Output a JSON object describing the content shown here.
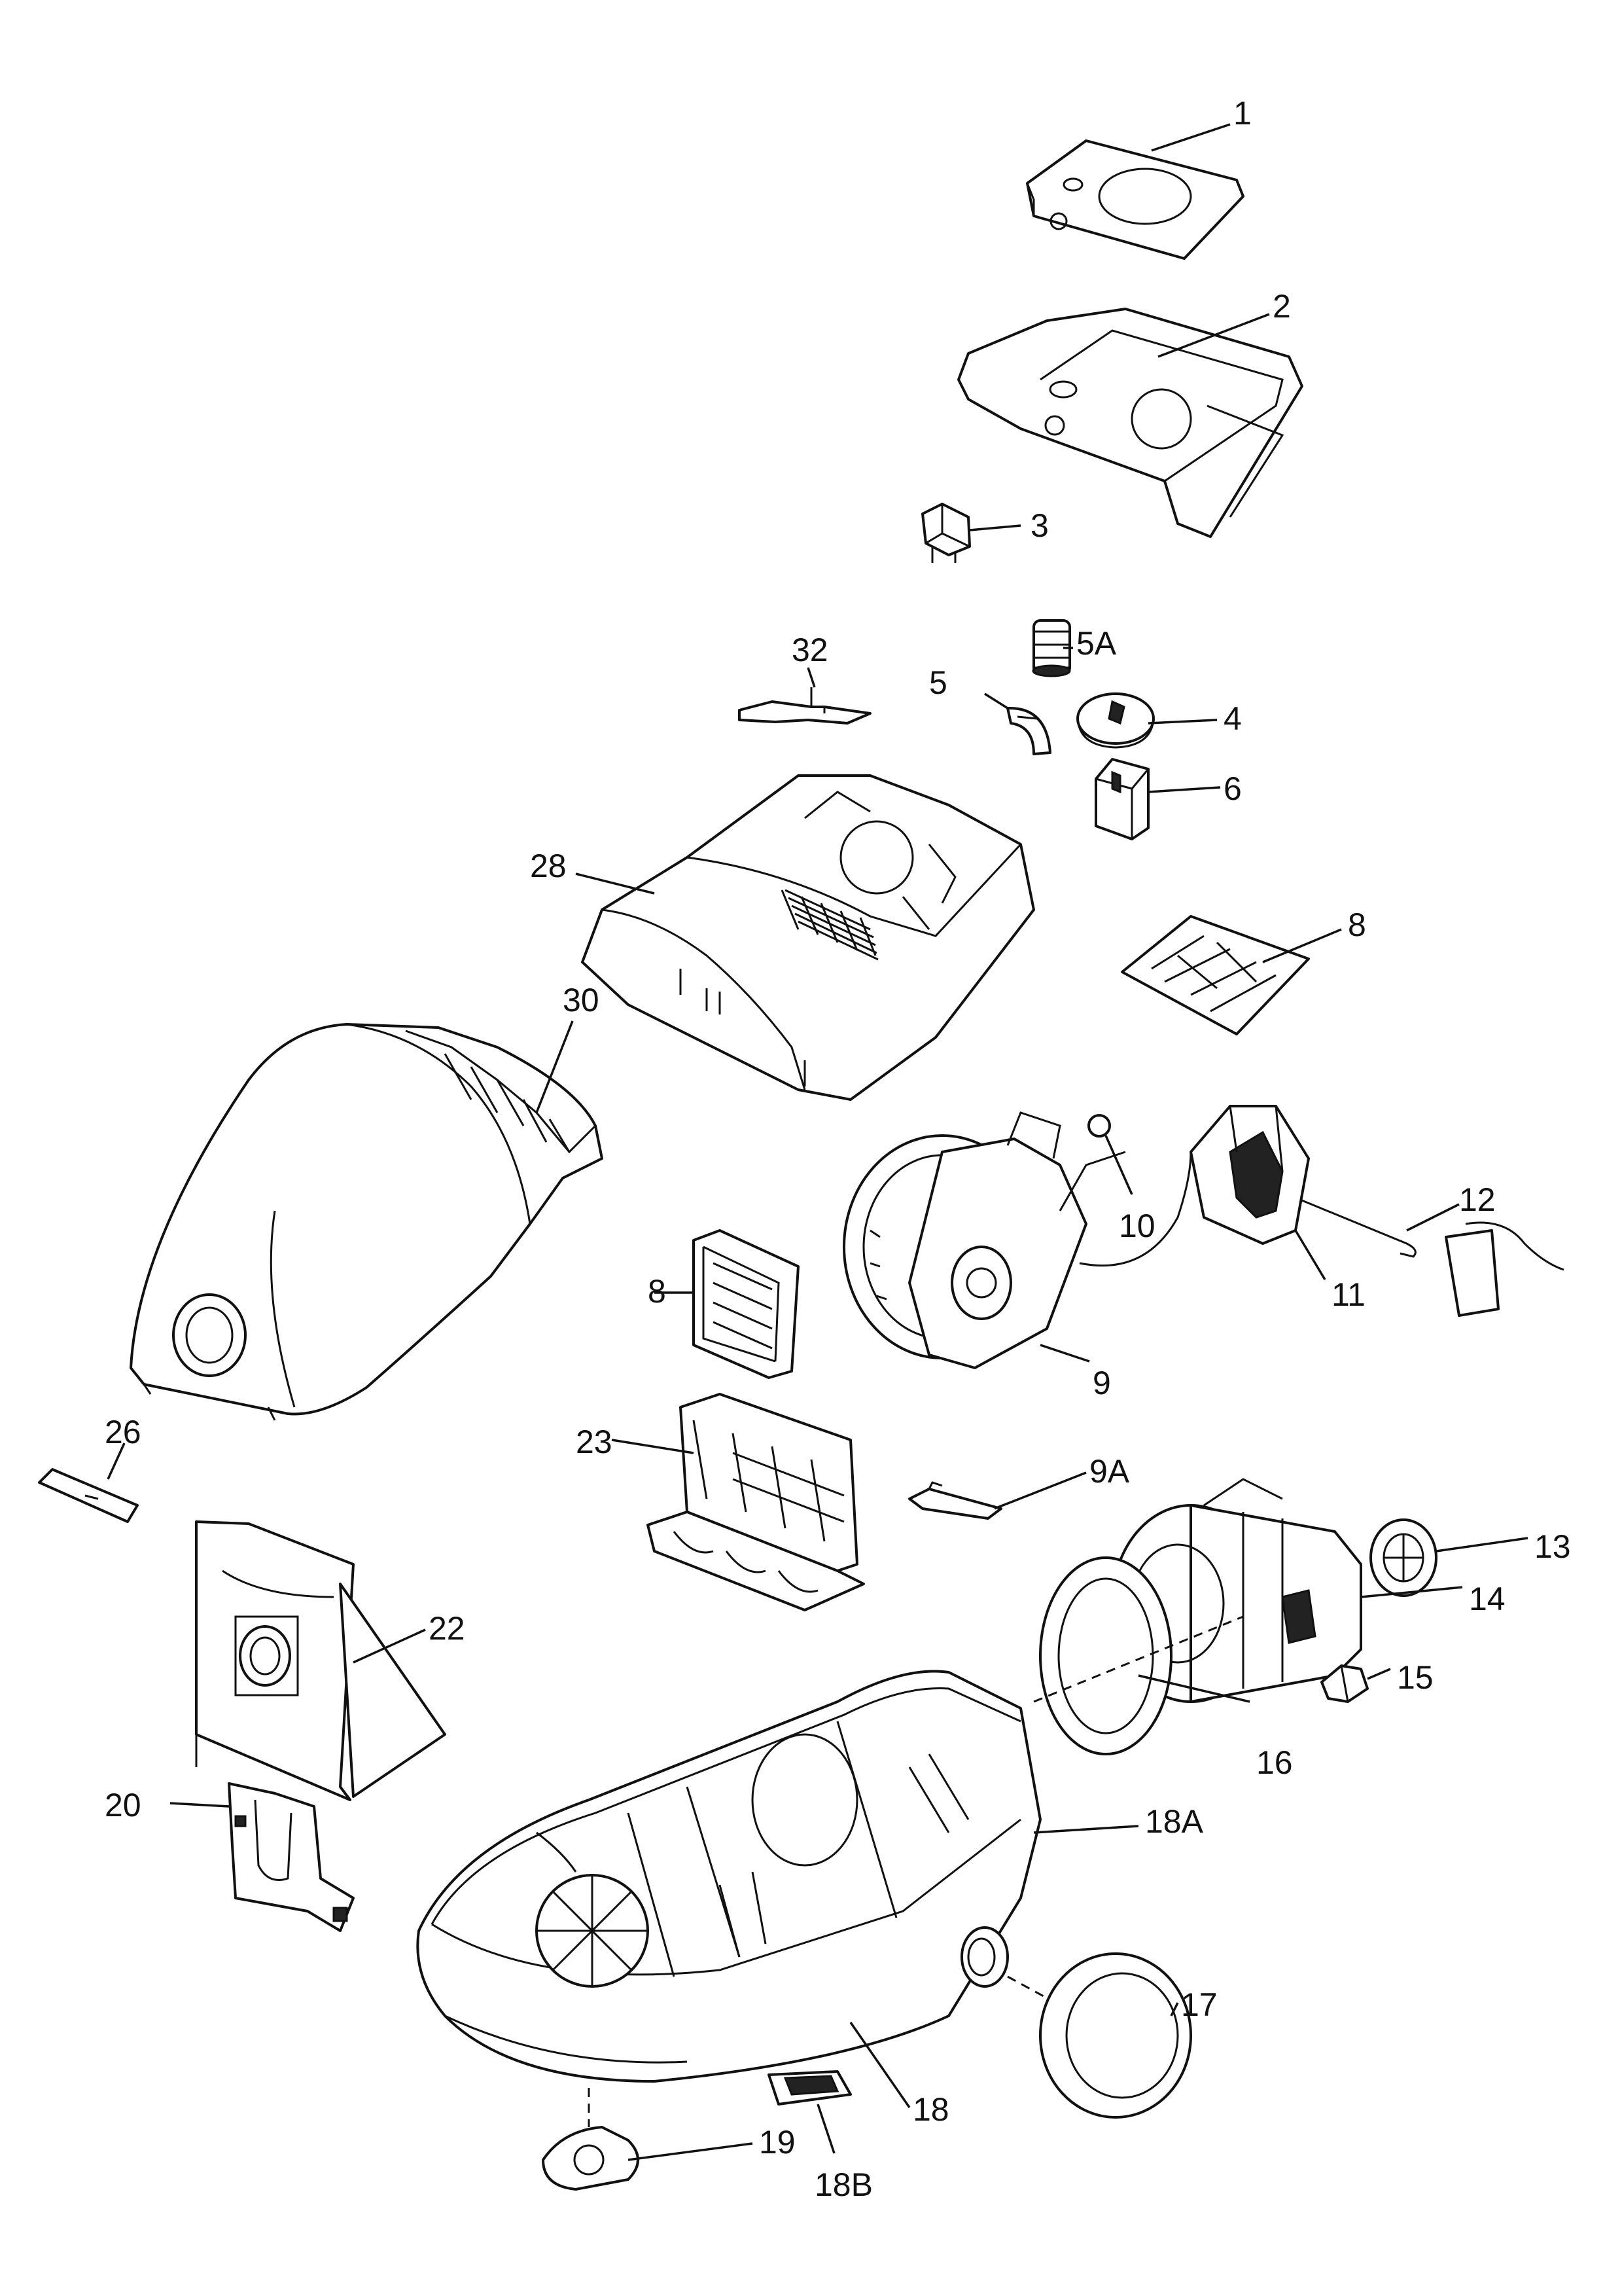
{
  "parts": [
    {
      "id": "p1",
      "label": "1"
    },
    {
      "id": "p2",
      "label": "2"
    },
    {
      "id": "p3",
      "label": "3"
    },
    {
      "id": "p5a",
      "label": "5A"
    },
    {
      "id": "p32",
      "label": "32"
    },
    {
      "id": "p5",
      "label": "5"
    },
    {
      "id": "p4",
      "label": "4"
    },
    {
      "id": "p6",
      "label": "6"
    },
    {
      "id": "p28",
      "label": "28"
    },
    {
      "id": "p8a",
      "label": "8"
    },
    {
      "id": "p30",
      "label": "30"
    },
    {
      "id": "p10",
      "label": "10"
    },
    {
      "id": "p12",
      "label": "12"
    },
    {
      "id": "p8b",
      "label": "8"
    },
    {
      "id": "p11",
      "label": "11"
    },
    {
      "id": "p9",
      "label": "9"
    },
    {
      "id": "p26",
      "label": "26"
    },
    {
      "id": "p23",
      "label": "23"
    },
    {
      "id": "p9a",
      "label": "9A"
    },
    {
      "id": "p13",
      "label": "13"
    },
    {
      "id": "p14",
      "label": "14"
    },
    {
      "id": "p22",
      "label": "22"
    },
    {
      "id": "p15",
      "label": "15"
    },
    {
      "id": "p16",
      "label": "16"
    },
    {
      "id": "p20",
      "label": "20"
    },
    {
      "id": "p18a",
      "label": "18A"
    },
    {
      "id": "p17",
      "label": "17"
    },
    {
      "id": "p18",
      "label": "18"
    },
    {
      "id": "p19",
      "label": "19"
    },
    {
      "id": "p18b",
      "label": "18B"
    }
  ]
}
